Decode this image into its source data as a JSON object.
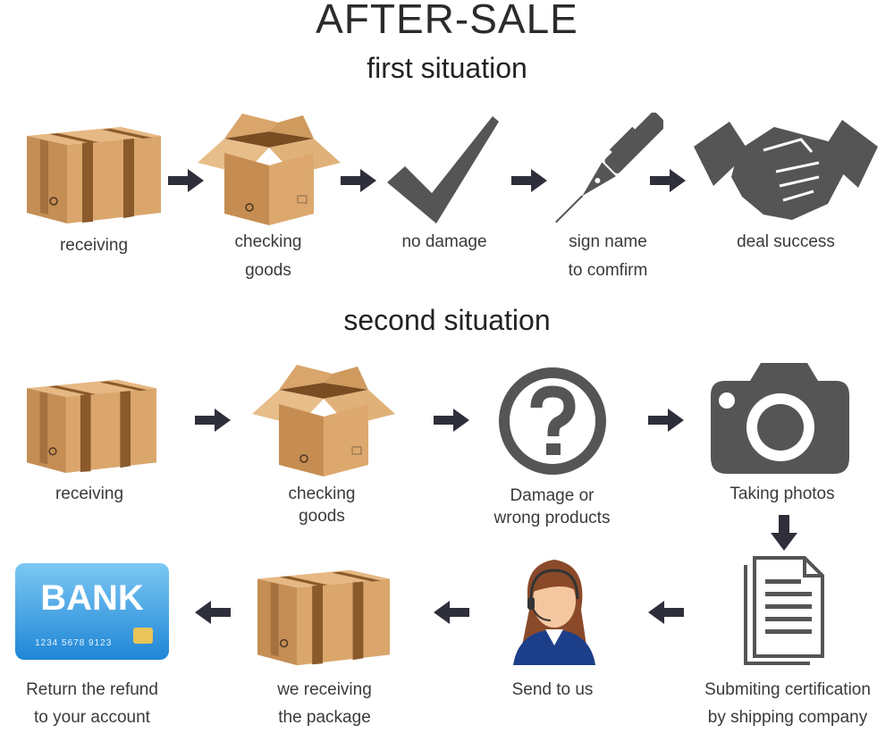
{
  "header": {
    "title": "AFTER-SALE",
    "first_heading": "first situation",
    "second_heading": "second situation"
  },
  "first_situation": {
    "steps": [
      {
        "icon": "cardboard-box-closed",
        "lines": [
          "receiving"
        ]
      },
      {
        "icon": "cardboard-box-open",
        "lines": [
          "checking",
          "goods"
        ]
      },
      {
        "icon": "checkmark-icon",
        "lines": [
          "no damage"
        ]
      },
      {
        "icon": "pen-icon",
        "lines": [
          "sign name",
          "to comfirm"
        ]
      },
      {
        "icon": "handshake-icon",
        "lines": [
          "deal success"
        ]
      }
    ]
  },
  "second_situation": {
    "row1": [
      {
        "icon": "cardboard-box-closed",
        "lines": [
          "receiving"
        ]
      },
      {
        "icon": "cardboard-box-open",
        "lines": [
          "checking",
          "goods"
        ]
      },
      {
        "icon": "question-mark-icon",
        "lines": [
          "Damage or",
          "wrong products"
        ]
      },
      {
        "icon": "camera-icon",
        "lines": [
          "Taking photos"
        ]
      }
    ],
    "row2": [
      {
        "icon": "bank-card",
        "lines": [
          "Return the refund",
          "to your account"
        ]
      },
      {
        "icon": "cardboard-box-closed",
        "lines": [
          "we receiving",
          "the package"
        ]
      },
      {
        "icon": "customer-service-agent",
        "lines": [
          "Send to us"
        ]
      },
      {
        "icon": "document-icon",
        "lines": [
          "Submiting certification",
          "by shipping company"
        ]
      }
    ]
  },
  "bank_card": {
    "brand": "BANK",
    "number": "1234 5678 9123"
  },
  "colors": {
    "icon_gray": "#555555",
    "arrow": "#2e2f3a",
    "box_light": "#d9a56b",
    "box_dark": "#b98148",
    "box_tape": "#8a5a2b",
    "card_blue": "#3fa6e6"
  }
}
